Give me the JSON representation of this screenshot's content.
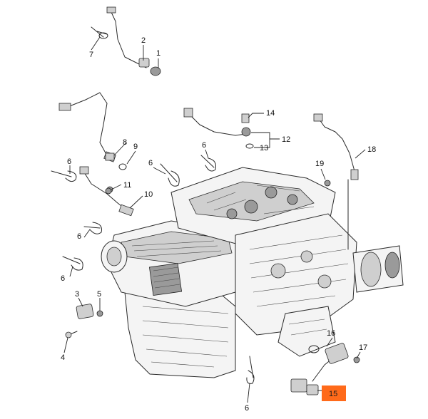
{
  "diagram": {
    "highlight_color": "#ff6a1a",
    "callouts": [
      {
        "id": "c1",
        "label": "1"
      },
      {
        "id": "c2",
        "label": "2"
      },
      {
        "id": "c3",
        "label": "3"
      },
      {
        "id": "c4",
        "label": "4"
      },
      {
        "id": "c5",
        "label": "5"
      },
      {
        "id": "c6a",
        "label": "6"
      },
      {
        "id": "c6b",
        "label": "6"
      },
      {
        "id": "c6c",
        "label": "6"
      },
      {
        "id": "c6d",
        "label": "6"
      },
      {
        "id": "c6e",
        "label": "6"
      },
      {
        "id": "c6f",
        "label": "6"
      },
      {
        "id": "c7",
        "label": "7"
      },
      {
        "id": "c8",
        "label": "8"
      },
      {
        "id": "c9",
        "label": "9"
      },
      {
        "id": "c10",
        "label": "10"
      },
      {
        "id": "c11",
        "label": "11"
      },
      {
        "id": "c12",
        "label": "12"
      },
      {
        "id": "c13",
        "label": "13"
      },
      {
        "id": "c14",
        "label": "14"
      },
      {
        "id": "c15",
        "label": "15"
      },
      {
        "id": "c16",
        "label": "16"
      },
      {
        "id": "c17",
        "label": "17"
      },
      {
        "id": "c18",
        "label": "18"
      },
      {
        "id": "c19",
        "label": "19"
      }
    ]
  }
}
